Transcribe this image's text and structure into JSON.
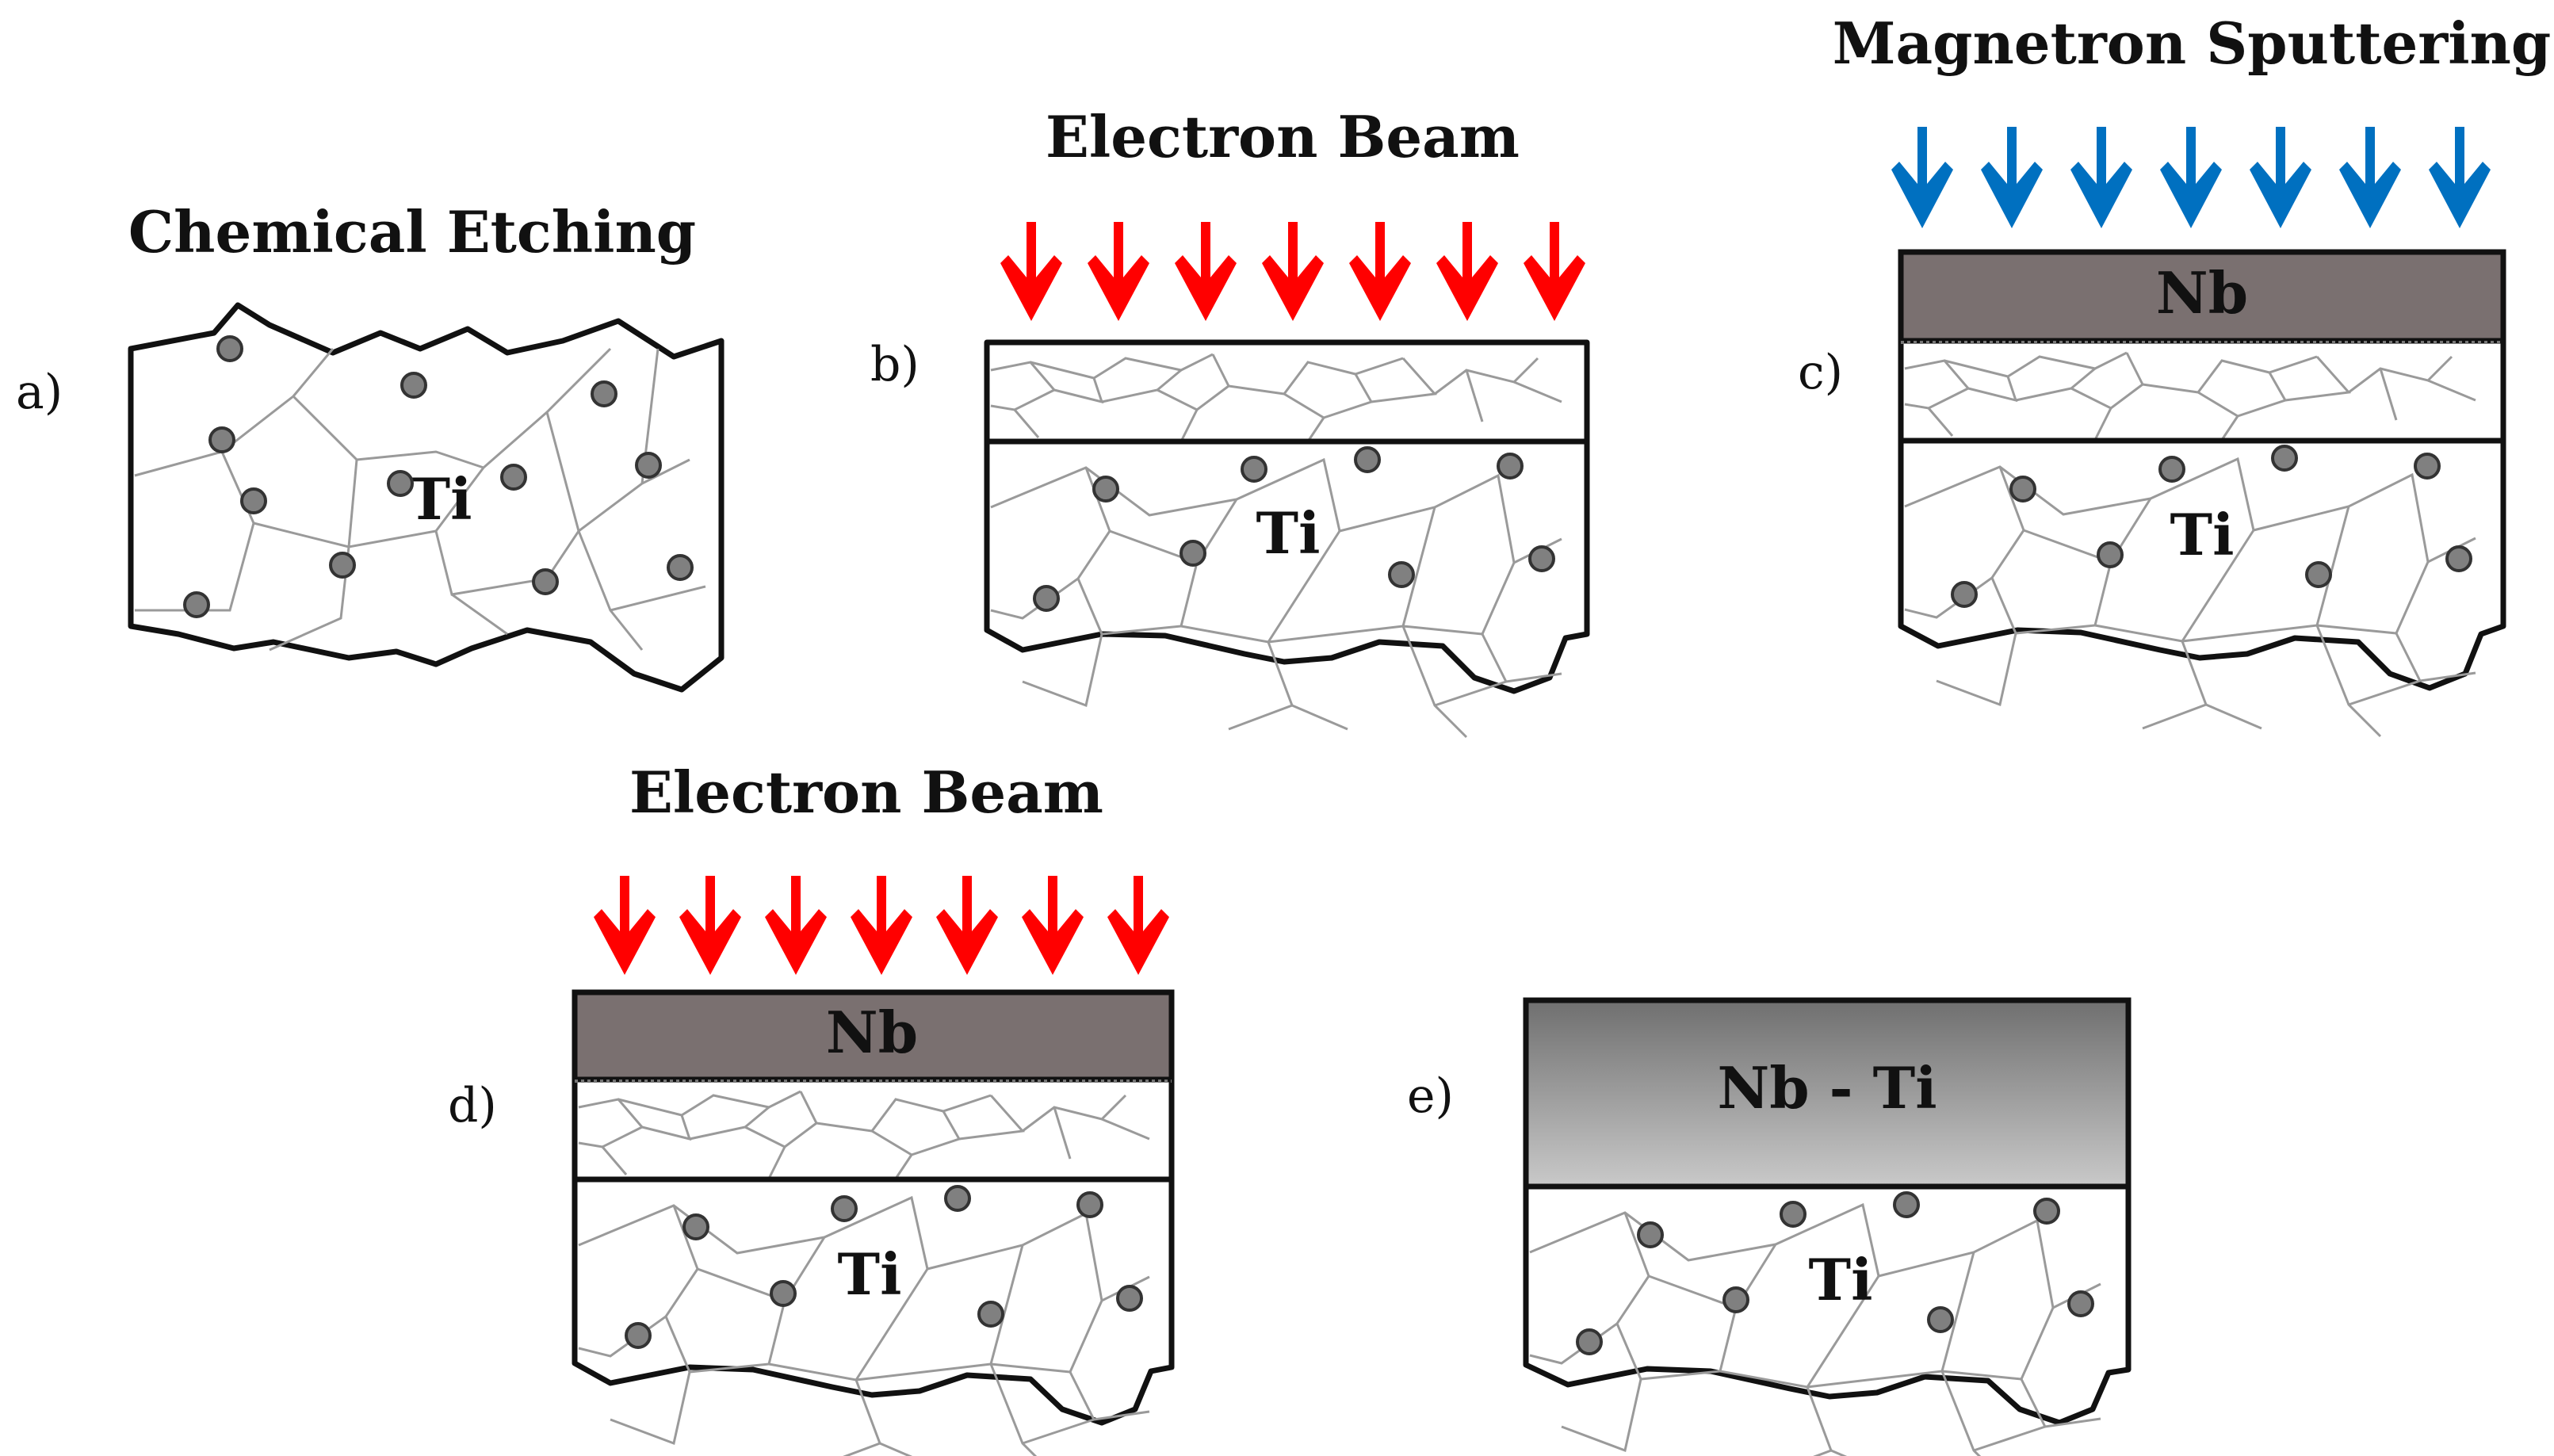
{
  "panels": {
    "a": {
      "step": "a)",
      "process": "Chemical Etching",
      "substrate": "Ti"
    },
    "b": {
      "step": "b)",
      "process": "Electron Beam",
      "substrate": "Ti"
    },
    "c": {
      "step": "c)",
      "process": "Magnetron Sputtering",
      "coating": "Nb",
      "substrate": "Ti"
    },
    "d": {
      "step": "d)",
      "process": "Electron Beam",
      "coating": "Nb",
      "substrate": "Ti"
    },
    "e": {
      "step": "e)",
      "alloy": "Nb - Ti",
      "substrate": "Ti"
    }
  },
  "colors": {
    "electron_beam_arrow": "#ff0000",
    "sputtering_arrow": "#0070c0",
    "nb_layer": "#7a7070",
    "alloy_top": "#6f6f6f",
    "alloy_bottom": "#c8c8c8"
  }
}
